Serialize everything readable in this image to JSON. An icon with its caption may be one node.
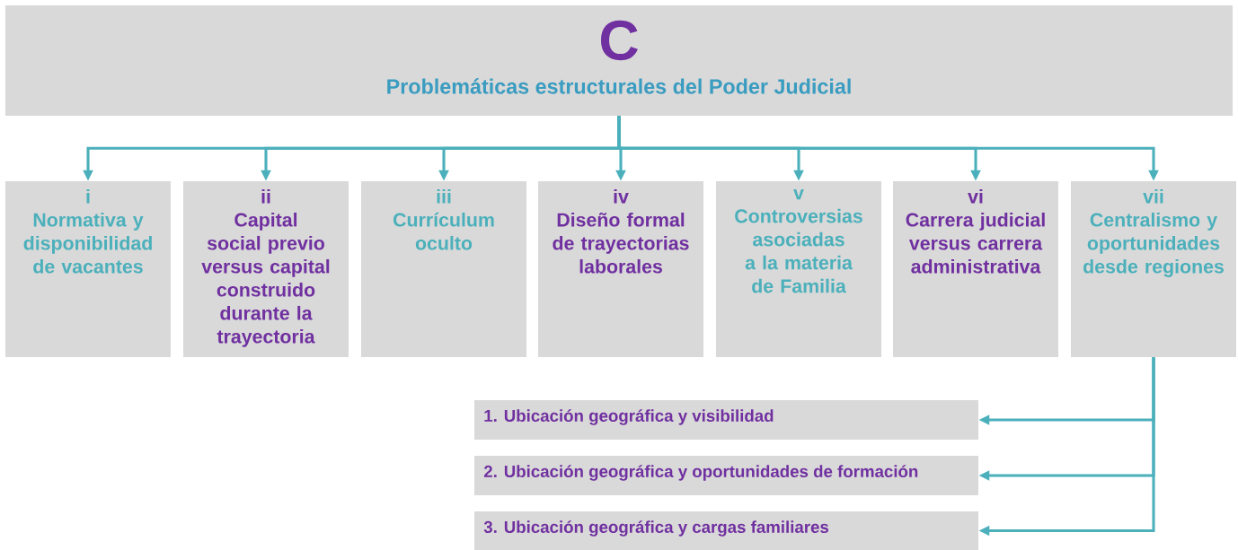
{
  "diagram": {
    "nodes": [
      {
        "text": [
          "C",
          "Problemáticas estructurales del Poder Judicial"
        ]
      },
      {
        "text": [
          "i",
          "Normativa y disponibilidad de vacantes"
        ]
      },
      {
        "text": [
          "ii",
          "Capital social previo versus capital construido durante la trayectoria"
        ]
      },
      {
        "text": [
          "iii",
          "Currículum oculto"
        ]
      },
      {
        "text": [
          "iv",
          "Diseño formal de trayectorias laborales"
        ]
      },
      {
        "text": [
          "v",
          "Controversias asociadas a la materia de Familia"
        ]
      },
      {
        "text": [
          "vi",
          "Carrera judicial versus carrera administrativa"
        ]
      },
      {
        "text": [
          "vii",
          "Centralismo y oportunidades desde regiones"
        ]
      },
      {
        "text": [
          "1. Ubicación geográfica y visibilidad"
        ]
      },
      {
        "text": [
          "2. Ubicación geográfica y oportunidades de formación"
        ]
      },
      {
        "text": [
          "3. Ubicación geográfica y cargas familiares"
        ]
      }
    ],
    "edges": [
      {
        "from": 0,
        "to": 1,
        "arrow": "to"
      },
      {
        "from": 0,
        "to": 2,
        "arrow": "to"
      },
      {
        "from": 0,
        "to": 3,
        "arrow": "to"
      },
      {
        "from": 0,
        "to": 4,
        "arrow": "to"
      },
      {
        "from": 0,
        "to": 5,
        "arrow": "to"
      },
      {
        "from": 0,
        "to": 6,
        "arrow": "to"
      },
      {
        "from": 0,
        "to": 7,
        "arrow": "to"
      },
      {
        "from": 7,
        "to": 8,
        "arrow": "to"
      },
      {
        "from": 7,
        "to": 9,
        "arrow": "to"
      },
      {
        "from": 7,
        "to": 10,
        "arrow": "to"
      }
    ]
  }
}
